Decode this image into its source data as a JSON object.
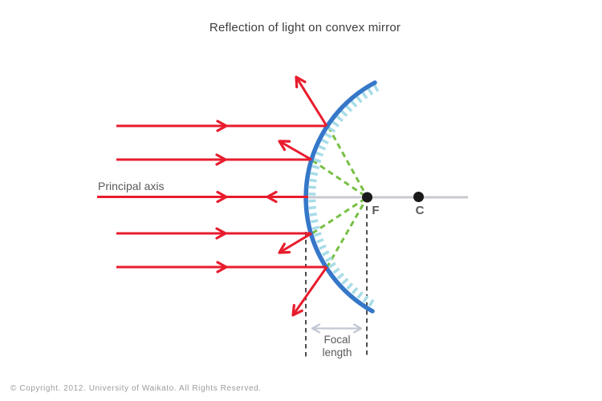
{
  "title": "Reflection of light on convex mirror",
  "diagram": {
    "labels": {
      "principal_axis": "Principal axis",
      "focal_point": "F",
      "center_of_curvature": "C",
      "focal_length_line1": "Focal",
      "focal_length_line2": "length"
    },
    "colors": {
      "ray_red": "#e81c2d",
      "mirror_blue": "#3577c9",
      "mirror_hatch_blue": "#a7dce8",
      "virtual_ray_green": "#76c043",
      "principal_axis_gray": "#c8c9d1",
      "point_black": "#1a1a1a",
      "guide_dash_gray": "#4d4d4d",
      "dimension_arrow_gray": "#c3c7d4",
      "label_gray": "#595a5c",
      "title_gray": "#3d3d3d",
      "copyright_gray": "#9c9c9c"
    }
  },
  "footer": {
    "copyright": "© Copyright. 2012. University of Waikato. All Rights Reserved."
  }
}
